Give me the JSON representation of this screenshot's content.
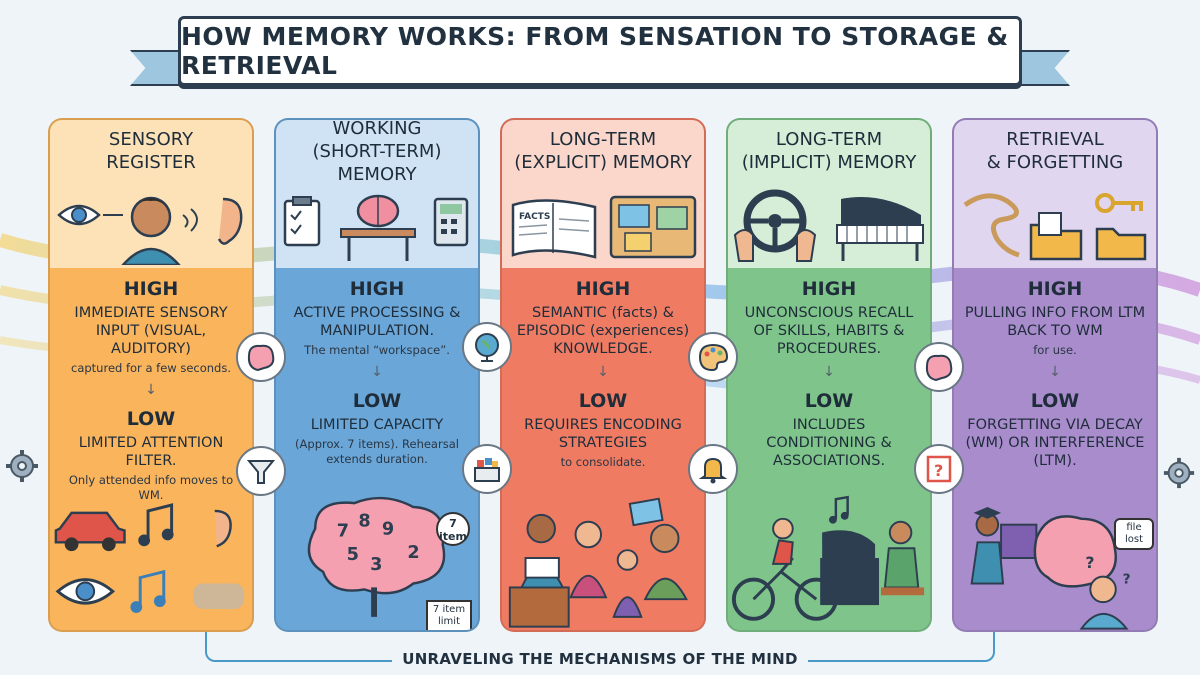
{
  "title": "HOW MEMORY WORKS: FROM SENSATION TO STORAGE & RETRIEVAL",
  "footer": "UNRAVELING THE MECHANISMS OF THE MIND",
  "columns": [
    {
      "head_line1": "SENSORY",
      "head_line2": "REGISTER",
      "high_label": "HIGH",
      "high_main": "IMMEDIATE SENSORY INPUT (VISUAL, AUDITORY)",
      "high_sub": "captured for a few seconds.",
      "low_label": "LOW",
      "low_main": "LIMITED ATTENTION FILTER.",
      "low_sub": "Only attended info moves to WM.",
      "color": "#f9b45c"
    },
    {
      "head_line1": "WORKING",
      "head_line2": "(SHORT-TERM) MEMORY",
      "high_label": "HIGH",
      "high_main": "ACTIVE PROCESSING & MANIPULATION.",
      "high_sub": "The mental “workspace”.",
      "low_label": "LOW",
      "low_main": "LIMITED CAPACITY",
      "low_sub": "(Approx. 7 items). Rehearsal extends duration.",
      "badge": "7 item",
      "note": "7 item limit",
      "color": "#6aa6d8"
    },
    {
      "head_line1": "LONG-TERM",
      "head_line2": "(EXPLICIT) MEMORY",
      "high_label": "HIGH",
      "high_main": "SEMANTIC (facts) & EPISODIC (experiences) KNOWLEDGE.",
      "high_sub": "",
      "low_label": "LOW",
      "low_main": "REQUIRES ENCODING STRATEGIES",
      "low_sub": "to consolidate.",
      "book_label": "FACTS",
      "color": "#ef7b63"
    },
    {
      "head_line1": "LONG-TERM",
      "head_line2": "(IMPLICIT) MEMORY",
      "high_label": "HIGH",
      "high_main": "UNCONSCIOUS RECALL OF SKILLS, HABITS & PROCEDURES.",
      "high_sub": "",
      "low_label": "LOW",
      "low_main": "INCLUDES CONDITIONING & ASSOCIATIONS.",
      "low_sub": "",
      "color": "#7fc58b"
    },
    {
      "head_line1": "RETRIEVAL",
      "head_line2": "& FORGETTING",
      "high_label": "HIGH",
      "high_main": "PULLING INFO FROM LTM BACK TO WM",
      "high_sub": "for use.",
      "low_label": "LOW",
      "low_main": "FORGETTING VIA DECAY (WM) OR INTERFERENCE (LTM).",
      "low_sub": "",
      "speech": "file lost",
      "color": "#a88ccc"
    }
  ],
  "icons": {
    "col1": [
      "eye-icon",
      "person-icon",
      "ear-icon",
      "brain-icon",
      "funnel-icon",
      "car-icon",
      "music-note-icon"
    ],
    "col2": [
      "clipboard-icon",
      "desk-brain-icon",
      "calculator-icon",
      "globe-icon",
      "puzzle-basket-icon",
      "brain-numbers-icon"
    ],
    "col3": [
      "book-icon",
      "photo-album-icon",
      "palette-icon",
      "bell-icon",
      "family-reading-icon"
    ],
    "col4": [
      "steering-wheel-icon",
      "piano-icon",
      "brain-icon",
      "question-card-icon",
      "cyclist-icon",
      "pianist-icon"
    ],
    "col5": [
      "rope-icon",
      "key-icon",
      "folder-icon",
      "graduate-icon",
      "confused-person-icon"
    ]
  }
}
